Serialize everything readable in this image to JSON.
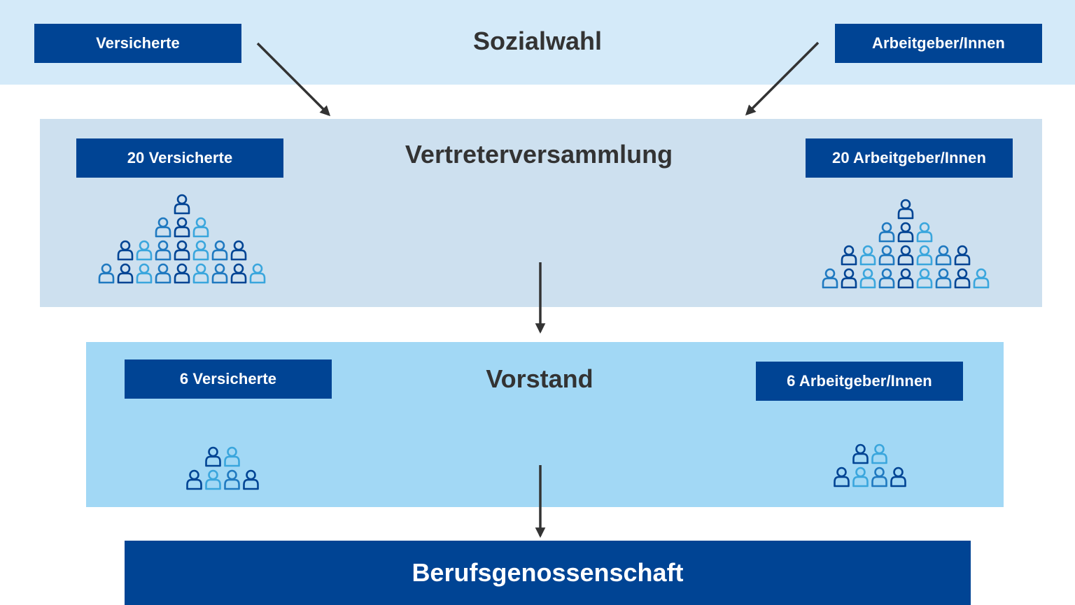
{
  "sozialwahl": {
    "title": "Sozialwahl",
    "left_label": "Versicherte",
    "right_label": "Arbeitgeber/Innen"
  },
  "vertreterversammlung": {
    "title": "Vertreterversammlung",
    "left_label": "20 Versicherte",
    "right_label": "20 Arbeitgeber/Innen",
    "left_count": 20,
    "right_count": 20
  },
  "vorstand": {
    "title": "Vorstand",
    "left_label": "6 Versicherte",
    "right_label": "6 Arbeitgeber/Innen",
    "left_count": 6,
    "right_count": 6
  },
  "berufsgenossenschaft": {
    "title": "Berufsgenossenschaft"
  },
  "colors": {
    "dark_blue": "#004494",
    "mid_blue": "#1f79c0",
    "light_blue": "#3aa6dd",
    "top_band": "#d4eaf9",
    "middle_band": "#cde0ef",
    "lower_band": "#a2d8f5",
    "title_text": "#333333",
    "arrow": "#333333"
  },
  "icons": {
    "person": "person-outline-icon",
    "arrow": "arrow-down-icon"
  }
}
